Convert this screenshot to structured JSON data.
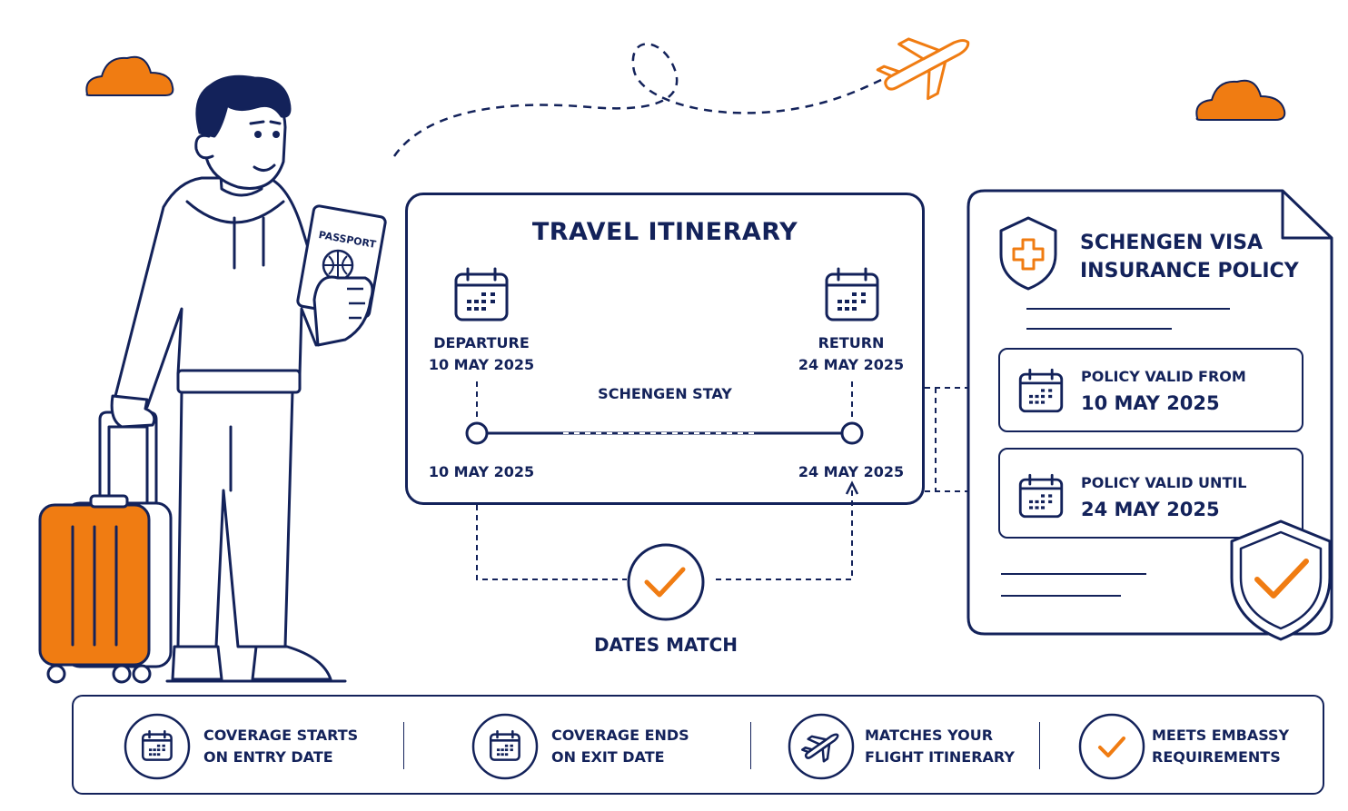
{
  "passport_label": "PASSPORT",
  "itinerary": {
    "title": "TRAVEL ITINERARY",
    "departure_label": "DEPARTURE",
    "departure_date": "10 MAY 2025",
    "return_label": "RETURN",
    "return_date": "24 MAY 2025",
    "stay_label": "SCHENGEN STAY",
    "start_date": "10 MAY 2025",
    "end_date": "24 MAY 2025"
  },
  "match": {
    "label": "DATES MATCH"
  },
  "policy": {
    "title_line1": "SCHENGEN VISA",
    "title_line2": "INSURANCE POLICY",
    "valid_from_label": "POLICY VALID FROM",
    "valid_from_date": "10 MAY 2025",
    "valid_until_label": "POLICY VALID UNTIL",
    "valid_until_date": "24 MAY 2025"
  },
  "features": [
    {
      "icon": "calendar-icon",
      "line1": "COVERAGE STARTS",
      "line2": "ON ENTRY DATE"
    },
    {
      "icon": "calendar-icon",
      "line1": "COVERAGE ENDS",
      "line2": "ON EXIT DATE"
    },
    {
      "icon": "airplane-icon",
      "line1": "MATCHES YOUR",
      "line2": "FLIGHT ITINERARY"
    },
    {
      "icon": "checkmark-icon",
      "line1": "MEETS EMBASSY",
      "line2": "REQUIREMENTS"
    }
  ],
  "colors": {
    "navy": "#13225a",
    "orange": "#f07c12"
  }
}
